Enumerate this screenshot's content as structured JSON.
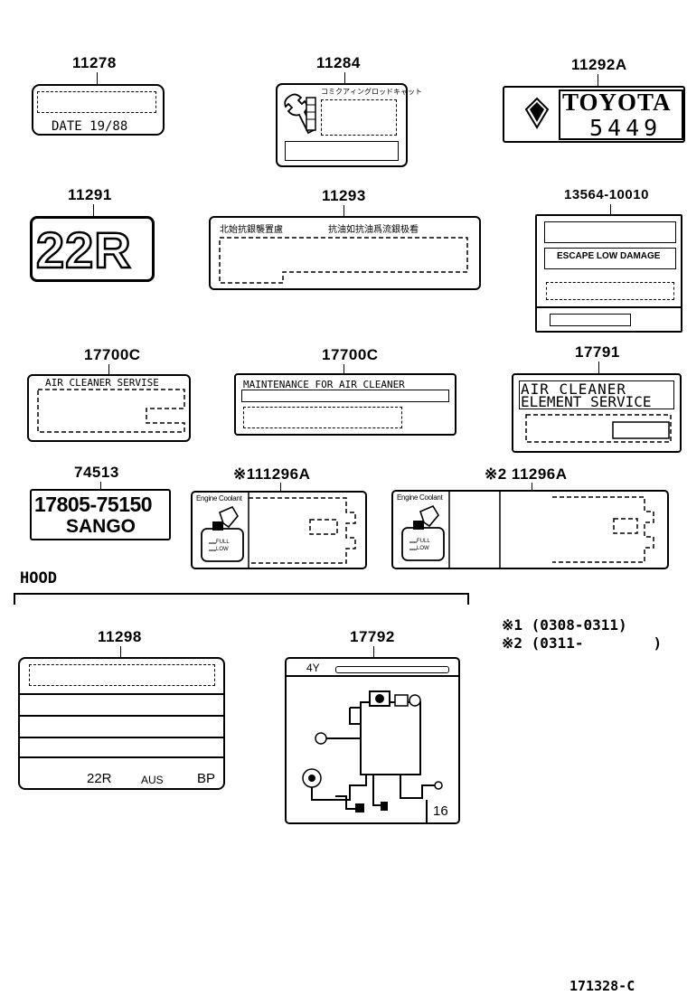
{
  "diagram": {
    "labels": [
      {
        "part_no": "11278",
        "text": "DATE 19/88"
      },
      {
        "part_no": "11284",
        "text": "コミクアィングロッドキャット"
      },
      {
        "part_no": "11292A",
        "text_top": "TOYOTA",
        "text_bottom": "5449"
      },
      {
        "part_no": "11291",
        "text": "22R"
      },
      {
        "part_no": "11293",
        "text_left": "北始抗銀襲置盧",
        "text_right": "抗油如抗油爲流銀极看"
      },
      {
        "part_no": "13564-10010",
        "text": "ESCAPE LOW DAMAGE"
      },
      {
        "part_no": "17700C",
        "text": "AIR CLEANER SERVISE"
      },
      {
        "part_no": "17700C",
        "text": "MAINTENANCE FOR AIR CLEANER"
      },
      {
        "part_no": "17791",
        "text_line1": "AIR CLEANER",
        "text_line2": "ELEMENT SERVICE"
      },
      {
        "part_no": "74513",
        "text_line1": "17805-75150",
        "text_line2": "SANGO"
      },
      {
        "part_no": "※111296A",
        "header": "Engine Coolant",
        "full": "FULL",
        "low": "LOW"
      },
      {
        "part_no": "※2 11296A",
        "header": "Engine Coolant",
        "full": "FULL",
        "low": "LOW"
      },
      {
        "part_no": "11298",
        "engine": "22R",
        "region": "AUS",
        "code": "BP"
      },
      {
        "part_no": "17792",
        "top": "4Y",
        "bottom": "16"
      }
    ],
    "group_label": "HOOD",
    "notes": [
      "※1 (0308-0311)",
      "※2 (0311-        )"
    ],
    "figure_id": "171328-C"
  }
}
